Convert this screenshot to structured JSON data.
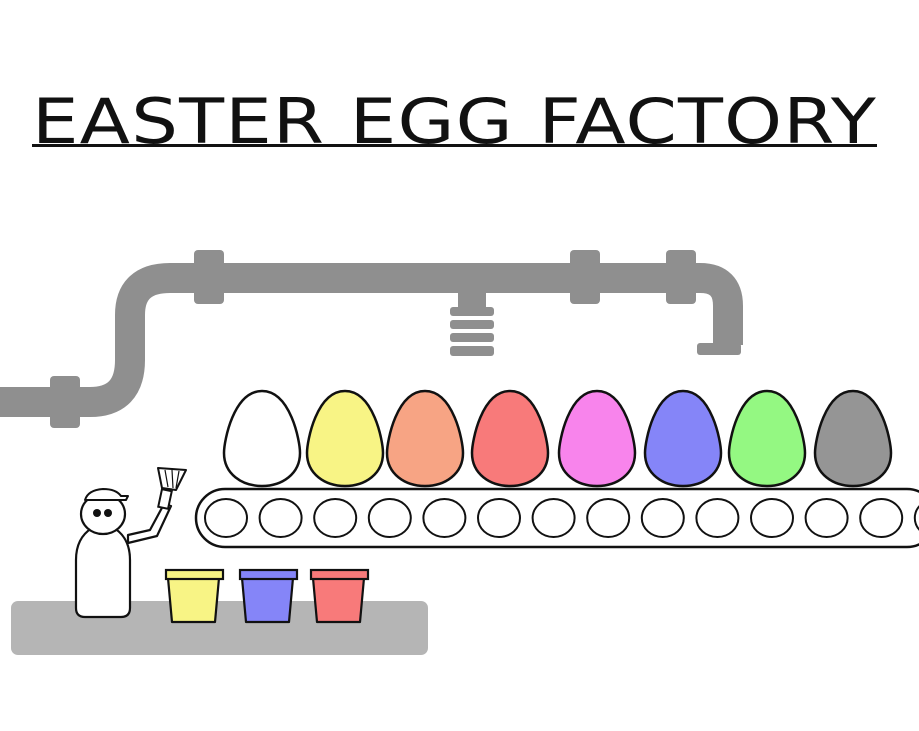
{
  "title": "EASTER EGG FACTORY",
  "colors": {
    "pipe": "#8f8f8f",
    "platform": "#b5b5b5",
    "outline": "#111111",
    "background": "#ffffff"
  },
  "eggs": [
    {
      "name": "white-egg",
      "color": "#ffffff"
    },
    {
      "name": "yellow-egg",
      "color": "#f8f485"
    },
    {
      "name": "orange-egg",
      "color": "#f7a484"
    },
    {
      "name": "red-egg",
      "color": "#f87a7a"
    },
    {
      "name": "pink-egg",
      "color": "#f884ec"
    },
    {
      "name": "blue-egg",
      "color": "#8585f8"
    },
    {
      "name": "green-egg",
      "color": "#94f882"
    },
    {
      "name": "gray-egg",
      "color": "#959595"
    }
  ],
  "paint_cups": [
    {
      "name": "yellow-paint-cup",
      "color": "#f8f485"
    },
    {
      "name": "blue-paint-cup",
      "color": "#8585f8"
    },
    {
      "name": "red-paint-cup",
      "color": "#f87a7a"
    }
  ]
}
